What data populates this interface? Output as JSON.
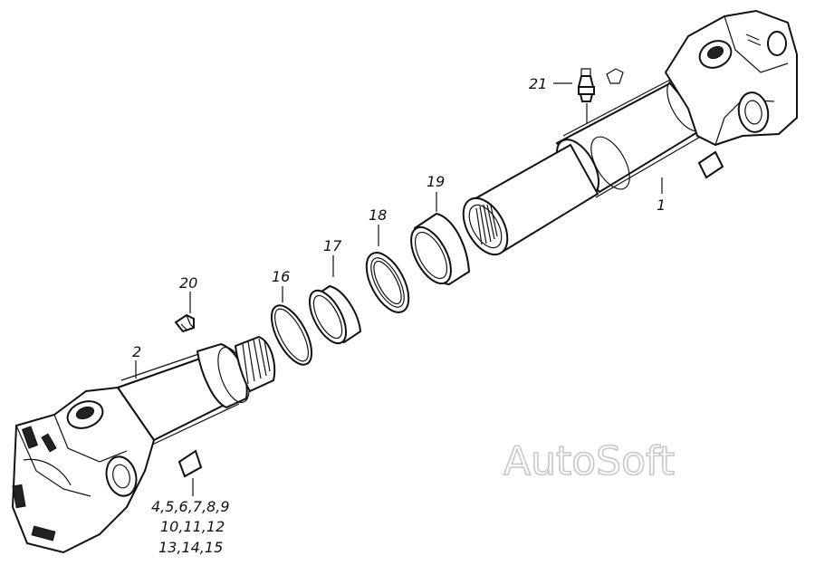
{
  "labels": {
    "part_1": "1",
    "part_2": "2",
    "part_16": "16",
    "part_17": "17",
    "part_18": "18",
    "part_19": "19",
    "part_20": "20",
    "part_21": "21",
    "kit_line1": "4,5,6,7,8,9",
    "kit_line2": "10,11,12",
    "kit_line3": "13,14,15"
  },
  "watermark": "AutoSoft"
}
